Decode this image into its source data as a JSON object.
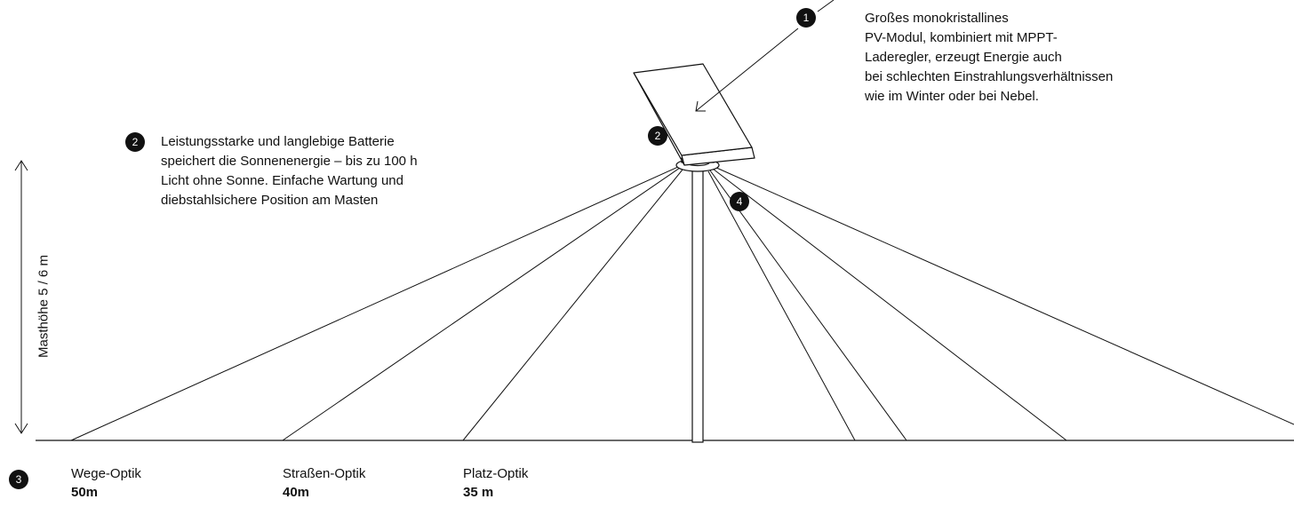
{
  "callouts": {
    "c1": {
      "badge": "1",
      "lines": [
        "Großes monokristallines",
        "PV-Modul, kombiniert mit MPPT-",
        "Laderegler, erzeugt Energie auch",
        "bei schlechten Einstrahlungsverhältnissen",
        "wie im Winter oder bei Nebel."
      ]
    },
    "c2": {
      "badge": "2",
      "lines": [
        "Leistungsstarke und langlebige Batterie",
        "speichert die Sonnenenergie – bis zu 100 h",
        "Licht ohne Sonne. Einfache Wartung und",
        "diebstahlsichere Position am Masten"
      ]
    },
    "c3": {
      "badge": "3"
    },
    "c4": {
      "badge": "4"
    }
  },
  "pole_badge": "2",
  "mast_height_label": "Masthöhe 5 / 6 m",
  "optics": [
    {
      "name": "Wege-Optik",
      "distance": "50m"
    },
    {
      "name": "Straßen-Optik",
      "distance": "40m"
    },
    {
      "name": "Platz-Optik",
      "distance": "35 m"
    }
  ],
  "colors": {
    "ink": "#111111",
    "background": "#ffffff"
  }
}
